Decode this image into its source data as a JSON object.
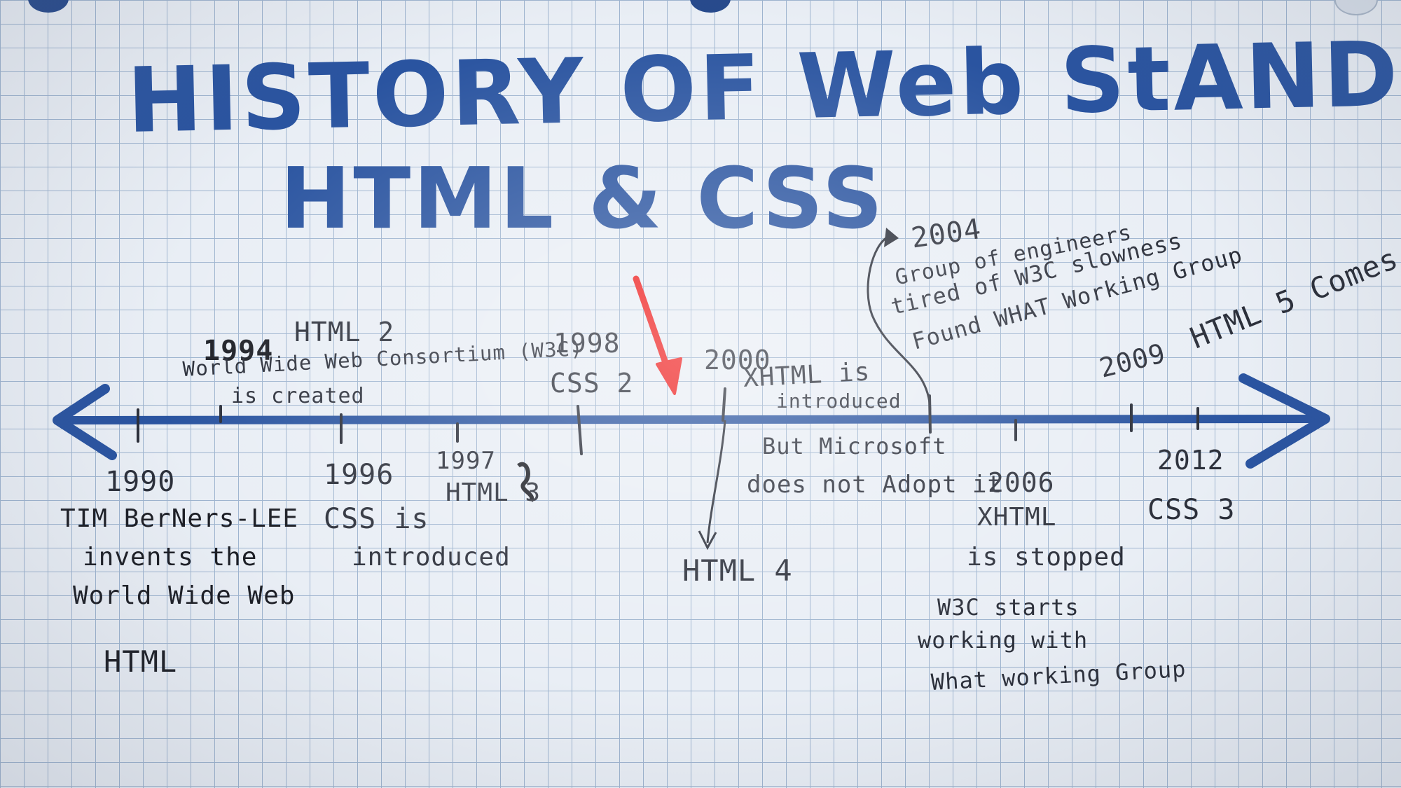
{
  "title": {
    "line1": "HISTORY OF Web StANDARDS",
    "line2": "HTML & CSS"
  },
  "timeline": {
    "line_color": "#2a54a0",
    "pointer_arrow_color": "#ee1c1c",
    "events": [
      {
        "year": "1990",
        "text": [
          "TIM BerNers-LEE",
          "invents the",
          "World Wide Web"
        ],
        "extra": "HTML"
      },
      {
        "year": "1994",
        "text": [
          "HTML 2",
          "World Wide Web Consortium (W3C)",
          "is created"
        ]
      },
      {
        "year": "1996",
        "text": [
          "CSS is",
          "introduced"
        ]
      },
      {
        "year": "1997",
        "text": [
          "HTML 3"
        ]
      },
      {
        "year": "1998",
        "text": [
          "CSS 2"
        ]
      },
      {
        "year": "2000",
        "text": [
          "XHTML is",
          "introduced",
          "But Microsoft",
          "does not Adopt it"
        ],
        "below": "HTML 4"
      },
      {
        "year": "2004",
        "text": [
          "Group of engineers",
          "tired of W3C slowness",
          "Found WHAT Working Group"
        ]
      },
      {
        "year": "2006",
        "text": [
          "XHTML",
          "is stopped",
          "W3C starts",
          "working with",
          "What working Group"
        ]
      },
      {
        "year": "2009",
        "text": [
          "HTML 5 Comes"
        ]
      },
      {
        "year": "2012",
        "text": [
          "CSS 3"
        ]
      }
    ]
  }
}
